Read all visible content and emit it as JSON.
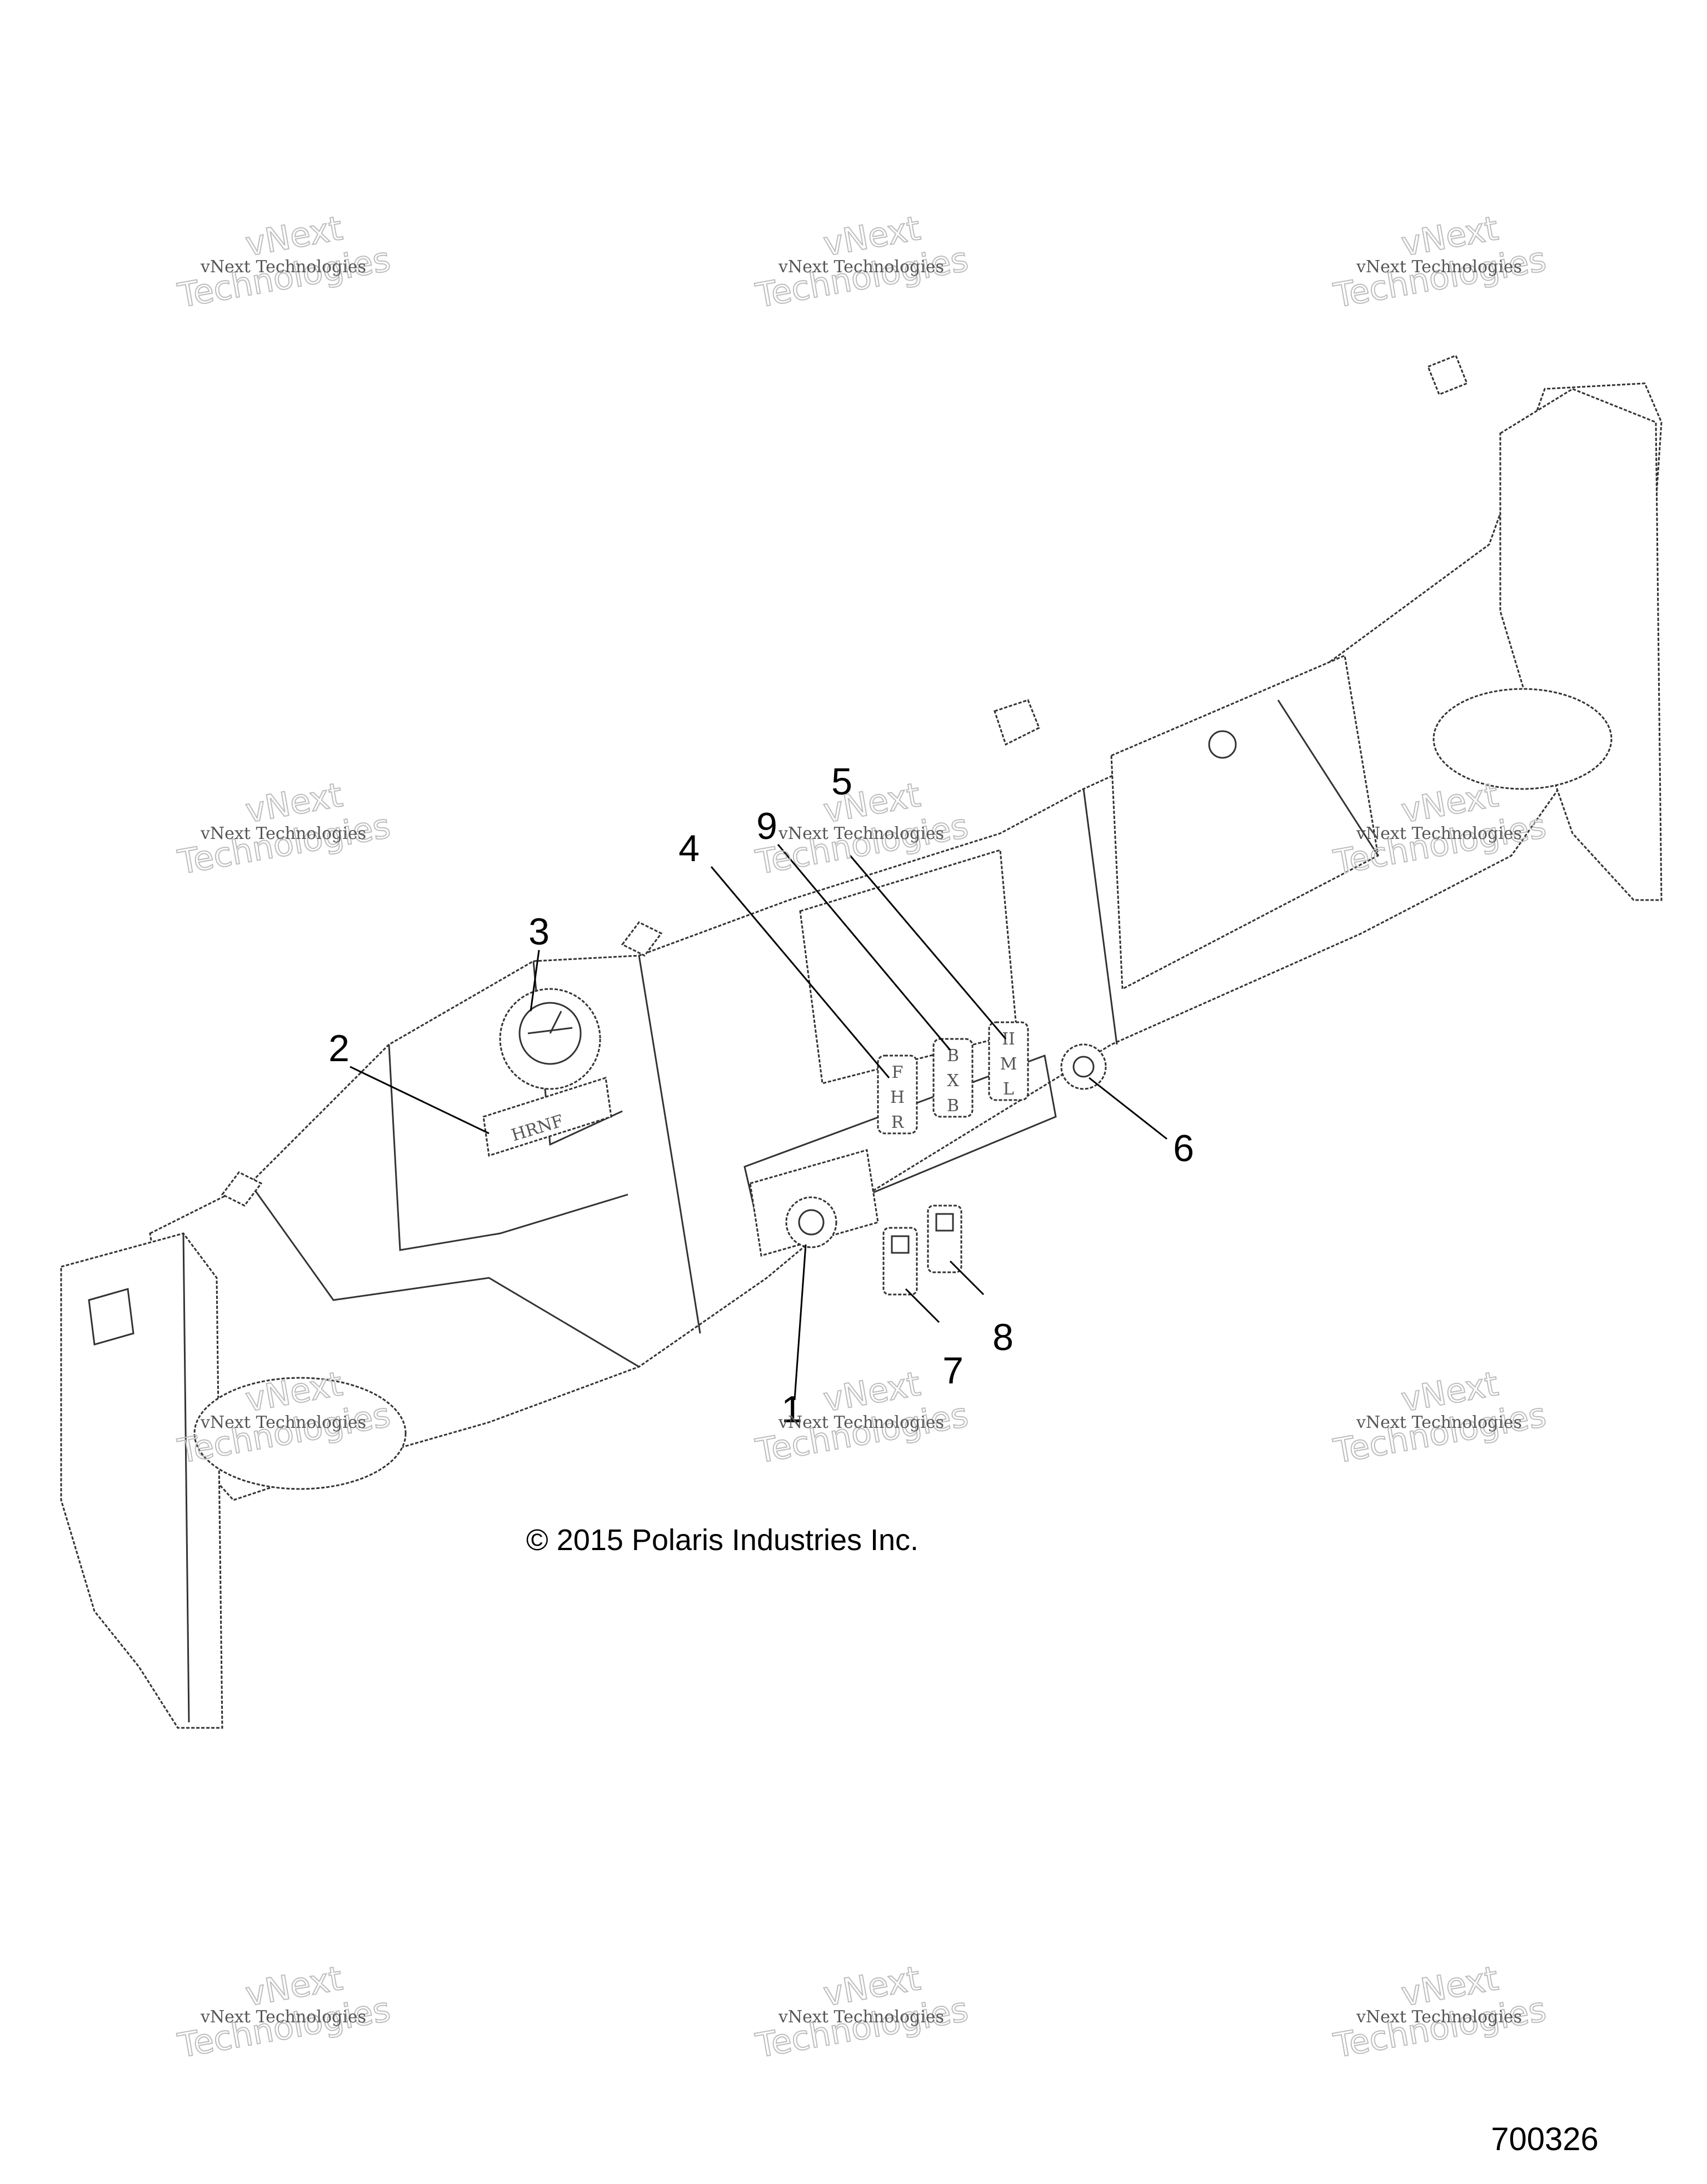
{
  "callouts": [
    "1",
    "2",
    "3",
    "4",
    "5",
    "6",
    "7",
    "8",
    "9"
  ],
  "copyright": "© 2015 Polaris Industries Inc.",
  "document_id": "700326",
  "watermark": {
    "line1": "vNext Technologies",
    "line2_top": "vNext",
    "line2_bottom": "Technologies"
  },
  "label_text": {
    "gear_indicator": "HRNF",
    "switch_a": [
      "F",
      "H",
      "R"
    ],
    "switch_b": [
      "B",
      "X",
      "B"
    ],
    "switch_c": [
      "II",
      "M",
      "L"
    ]
  }
}
